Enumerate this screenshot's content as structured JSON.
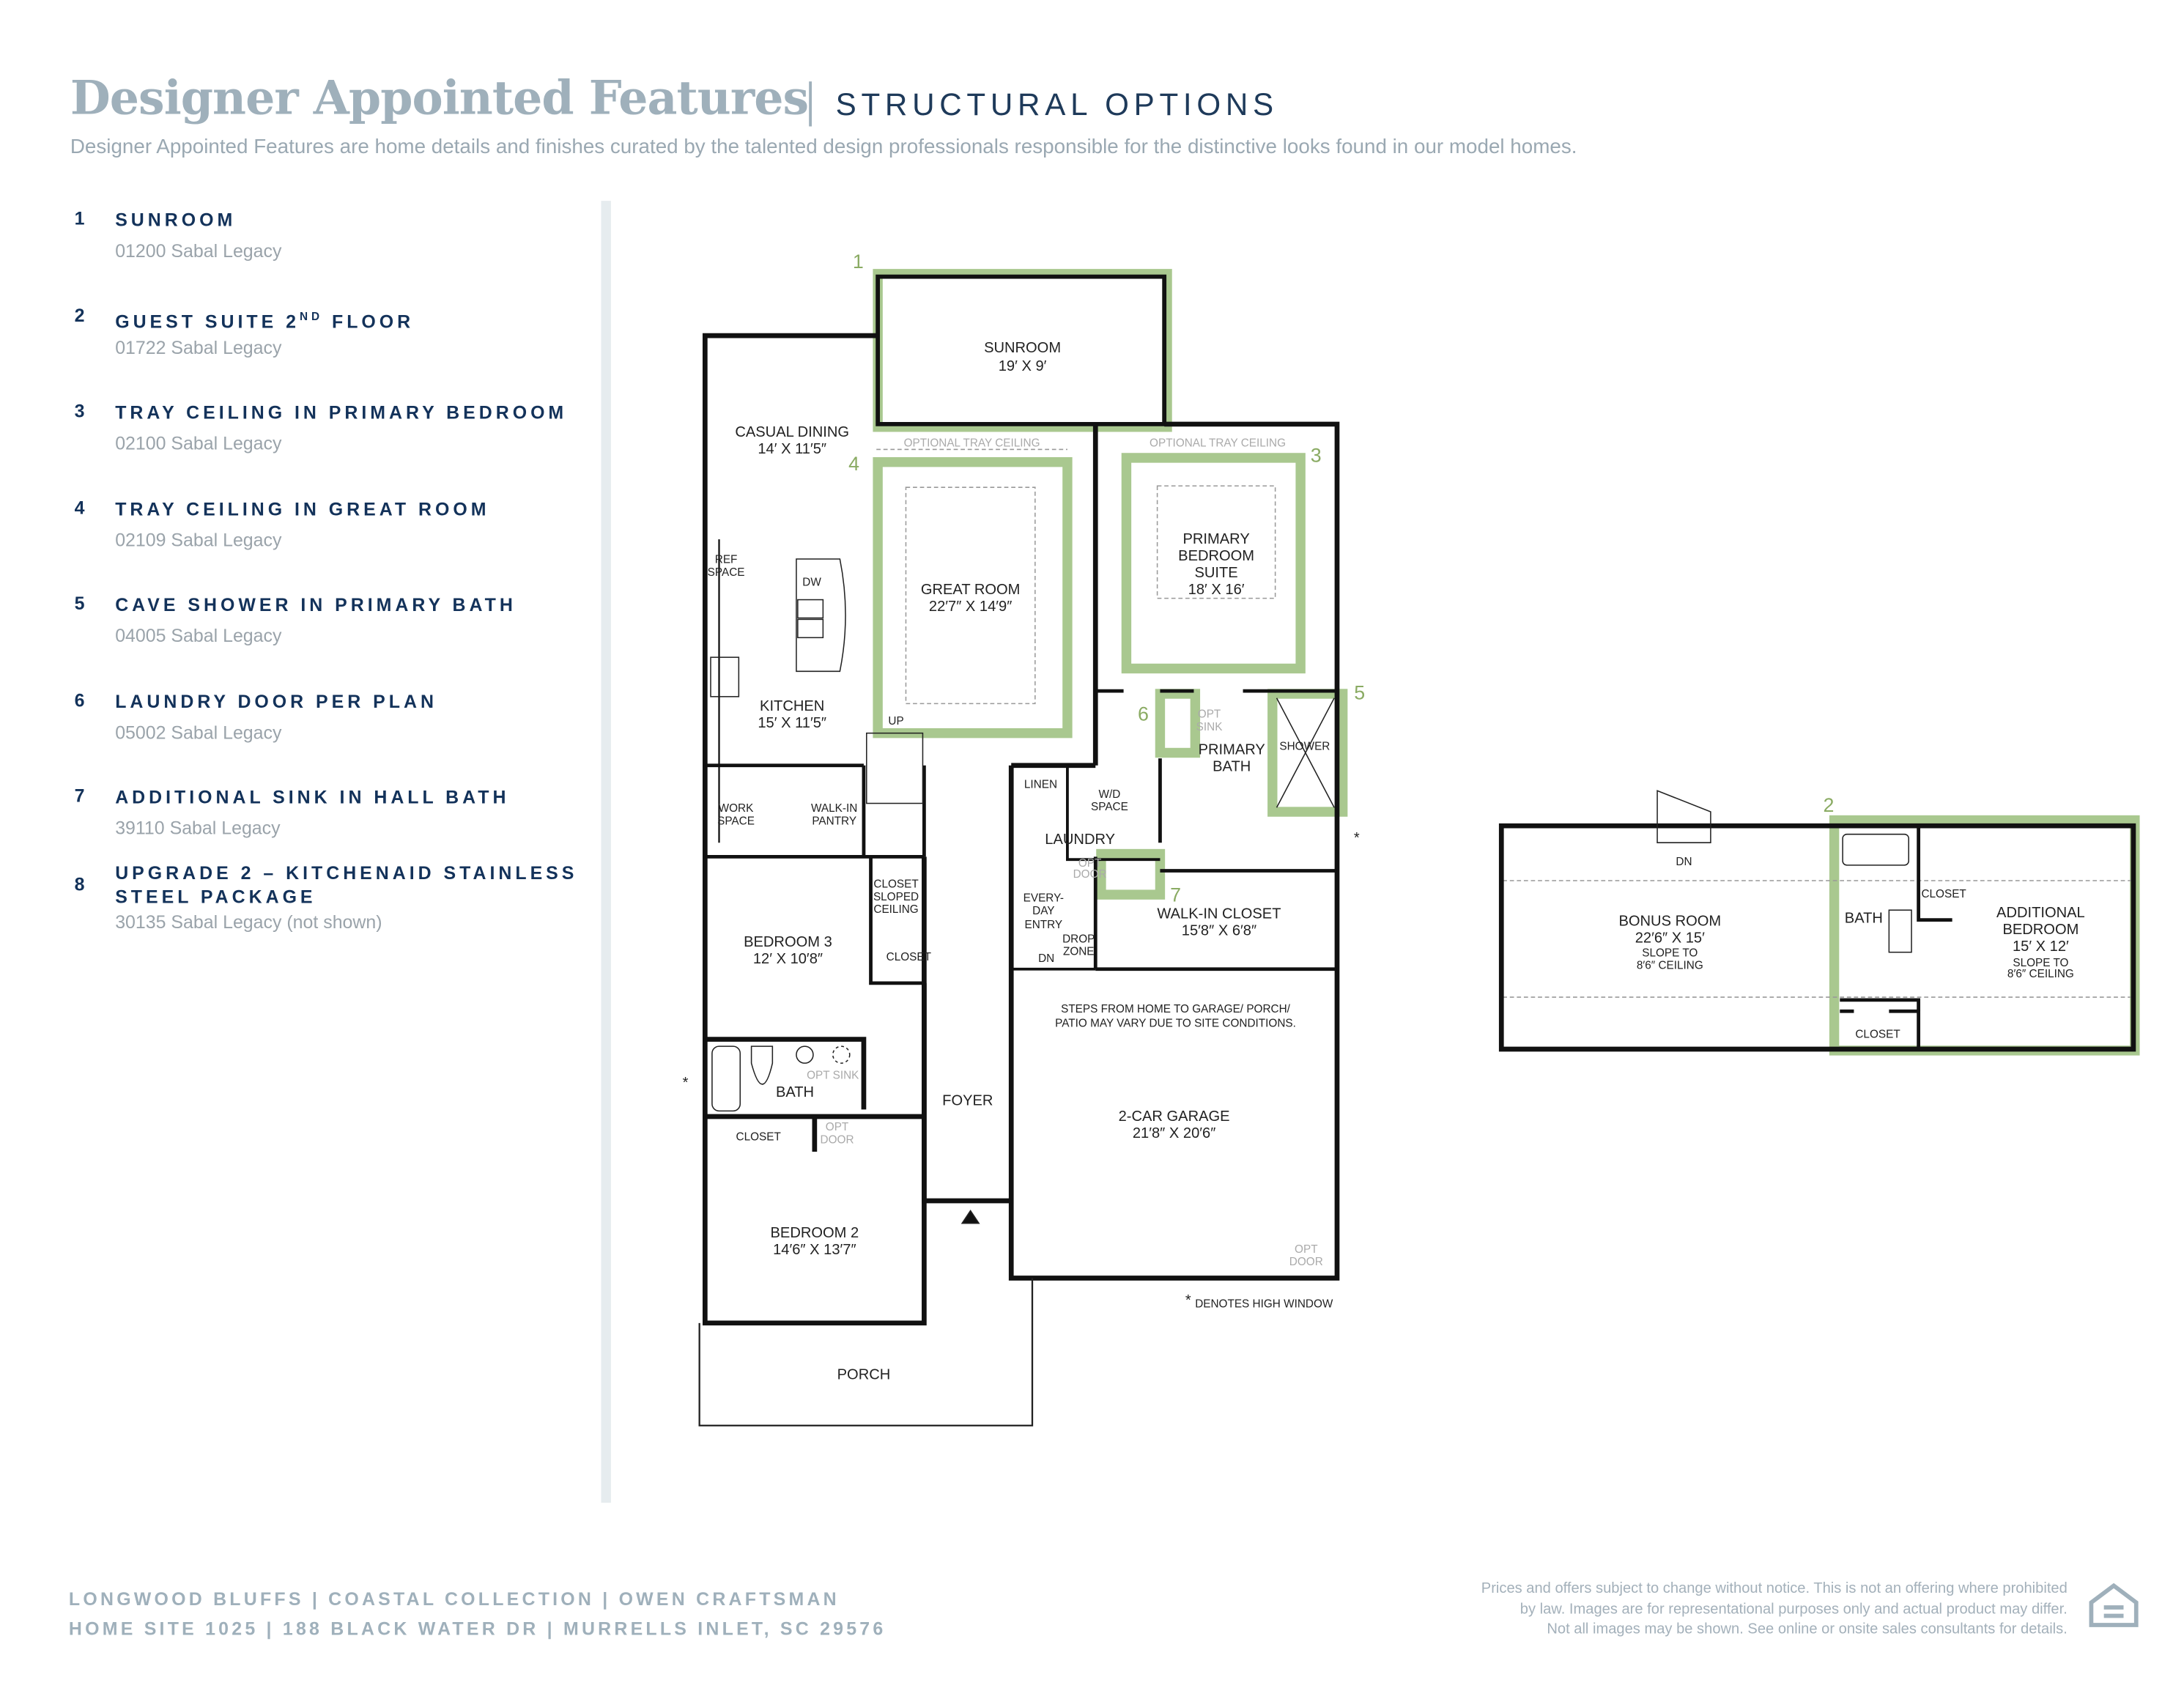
{
  "header": {
    "title": "Designer Appointed Features",
    "section": "STRUCTURAL OPTIONS",
    "description": "Designer Appointed Features are home details and finishes curated by the talented design professionals responsible for the distinctive looks found in our model homes."
  },
  "features": [
    {
      "num": "1",
      "title": "SUNROOM",
      "code": "01200 Sabal Legacy"
    },
    {
      "num": "2",
      "title": "GUEST SUITE 2",
      "title_sup": "ND",
      "title_end": " FLOOR",
      "code": "01722 Sabal Legacy"
    },
    {
      "num": "3",
      "title": "TRAY CEILING IN PRIMARY BEDROOM",
      "code": "02100 Sabal Legacy"
    },
    {
      "num": "4",
      "title": "TRAY CEILING IN GREAT ROOM",
      "code": "02109 Sabal Legacy"
    },
    {
      "num": "5",
      "title": "CAVE SHOWER IN PRIMARY BATH",
      "code": "04005 Sabal Legacy"
    },
    {
      "num": "6",
      "title": "LAUNDRY DOOR PER PLAN",
      "code": "05002 Sabal Legacy"
    },
    {
      "num": "7",
      "title": "ADDITIONAL SINK IN HALL BATH",
      "code": "39110 Sabal Legacy"
    },
    {
      "num": "8",
      "title": "UPGRADE 2 – KITCHENAID STAINLESS STEEL PACKAGE",
      "code": "30135 Sabal Legacy (not shown)"
    }
  ],
  "floorplan": {
    "sunroom": [
      "SUNROOM",
      "19′ X 9′"
    ],
    "casual_dining": [
      "CASUAL DINING",
      "14′ X 11′5″"
    ],
    "tray_note": "OPTIONAL TRAY CEILING",
    "great_room": [
      "GREAT ROOM",
      "22′7″ X 14′9″"
    ],
    "primary_bedroom": [
      "PRIMARY",
      "BEDROOM",
      "SUITE",
      "18′ X 16′"
    ],
    "ref_space": [
      "REF",
      "SPACE"
    ],
    "dw": "DW",
    "kitchen": [
      "KITCHEN",
      "15′ X 11′5″"
    ],
    "up": "UP",
    "opt_sink": [
      "OPT",
      "SINK"
    ],
    "primary_bath": [
      "PRIMARY",
      "BATH"
    ],
    "shower": "SHOWER",
    "linen": "LINEN",
    "wd_space": [
      "W/D",
      "SPACE"
    ],
    "laundry": "LAUNDRY",
    "opt_door": [
      "OPT",
      "DOOR"
    ],
    "work_space": [
      "WORK",
      "SPACE"
    ],
    "pantry": [
      "WALK-IN",
      "PANTRY"
    ],
    "closet_sloped": [
      "CLOSET",
      "SLOPED",
      "CEILING"
    ],
    "bedroom3": [
      "BEDROOM 3",
      "12′ X 10′8″"
    ],
    "closet": "CLOSET",
    "everyday_entry": [
      "EVERY-",
      "DAY",
      "ENTRY"
    ],
    "drop_zone": [
      "DROP",
      "ZONE"
    ],
    "dn": "DN",
    "walkin_closet": [
      "WALK-IN CLOSET",
      "15′8″ X 6′8″"
    ],
    "steps_note": [
      "STEPS FROM HOME TO GARAGE/ PORCH/",
      "PATIO MAY VARY DUE TO SITE CONDITIONS."
    ],
    "hall_opt_sink": "OPT SINK",
    "bath": "BATH",
    "foyer": "FOYER",
    "garage": [
      "2-CAR GARAGE",
      "21′8″ X 20′6″"
    ],
    "bedroom2": [
      "BEDROOM 2",
      "14′6″ X 13′7″"
    ],
    "high_window_star": "*",
    "high_window_note": "DENOTES HIGH WINDOW",
    "porch": "PORCH",
    "bonus_room": [
      "BONUS ROOM",
      "22′6″ X 15′",
      "SLOPE TO",
      "8′6″ CEILING"
    ],
    "additional_bedroom": [
      "ADDITIONAL",
      "BEDROOM",
      "15′ X 12′",
      "SLOPE TO",
      "8′6″ CEILING"
    ],
    "markers": [
      "1",
      "2",
      "3",
      "4",
      "5",
      "6",
      "7"
    ]
  },
  "colors": {
    "highlight": "#a9c88f",
    "marker": "#8aab63",
    "navy": "#13325a"
  },
  "footer": {
    "line1": "LONGWOOD BLUFFS  |  COASTAL COLLECTION  |  OWEN CRAFTSMAN",
    "line2": "HOME SITE 1025  |  188 BLACK WATER DR  |  MURRELLS INLET, SC 29576",
    "disclaimer": [
      "Prices and offers subject to change without notice. This is not an offering where prohibited",
      "by law. Images are for representational purposes only and actual product may differ.",
      "Not all images may be shown. See online or onsite sales consultants for details."
    ],
    "logo_text": "EQUAL HOUSING OPPORTUNITY"
  }
}
